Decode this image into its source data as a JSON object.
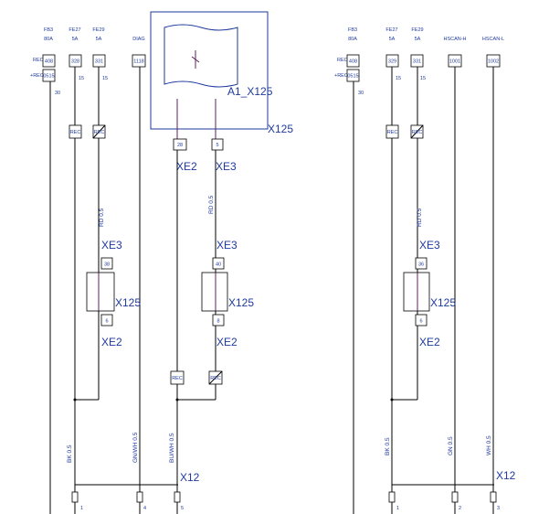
{
  "left": {
    "fuses": [
      {
        "name": "FB3",
        "amp": "80A",
        "pin": "408"
      },
      {
        "name": "FE27",
        "amp": "5A",
        "pin": "328"
      },
      {
        "name": "FE29",
        "amp": "5A",
        "pin": "331"
      },
      {
        "name": "DIAG",
        "amp": "",
        "pin": "1118"
      }
    ],
    "rec_label": "REC",
    "prec_label": "+REC",
    "sub_pin": "0515",
    "n30": "30",
    "n15a": "15",
    "n15b": "15",
    "module_name": "A1_X125",
    "module_conn": "X125",
    "mod_pins": [
      "28",
      "5"
    ],
    "xe2": "XE2",
    "xe3": "XE3",
    "x125": "X125",
    "rd_wire": "RD 0.5",
    "conn_left": {
      "top_pin": "38",
      "bottom_pin": "6"
    },
    "conn_right": {
      "top_pin": "40",
      "bottom_pin": "8"
    },
    "wires_bottom": [
      "BK 0.5",
      "GN/WH 0.5",
      "BU/WH 0.5"
    ],
    "x12": "X12",
    "pins_bottom": [
      "1",
      "4",
      "5"
    ]
  },
  "right": {
    "fuses": [
      {
        "name": "FB3",
        "amp": "80A",
        "pin": "408"
      },
      {
        "name": "FE27",
        "amp": "5A",
        "pin": "329"
      },
      {
        "name": "FE29",
        "amp": "5A",
        "pin": "331"
      },
      {
        "name": "HSCAN-H",
        "amp": "",
        "pin": "1001"
      },
      {
        "name": "HSCAN-L",
        "amp": "",
        "pin": "1002"
      }
    ],
    "rec_label": "REC",
    "prec_label": "+REC",
    "sub_pin": "0515",
    "n30": "30",
    "n15a": "15",
    "n15b": "15",
    "xe2": "XE2",
    "xe3": "XE3",
    "x125": "X125",
    "rd_wire": "RD 0.5",
    "conn": {
      "top_pin": "36",
      "bottom_pin": "6"
    },
    "wires_bottom": [
      "BK 0.5",
      "GN 0.5",
      "WH 0.5"
    ],
    "x12": "X12",
    "pins_bottom": [
      "1",
      "2",
      "3"
    ]
  },
  "colors": {
    "wire": "#000000",
    "label": "#1f3a9e",
    "internal": "#5c1f5c"
  }
}
